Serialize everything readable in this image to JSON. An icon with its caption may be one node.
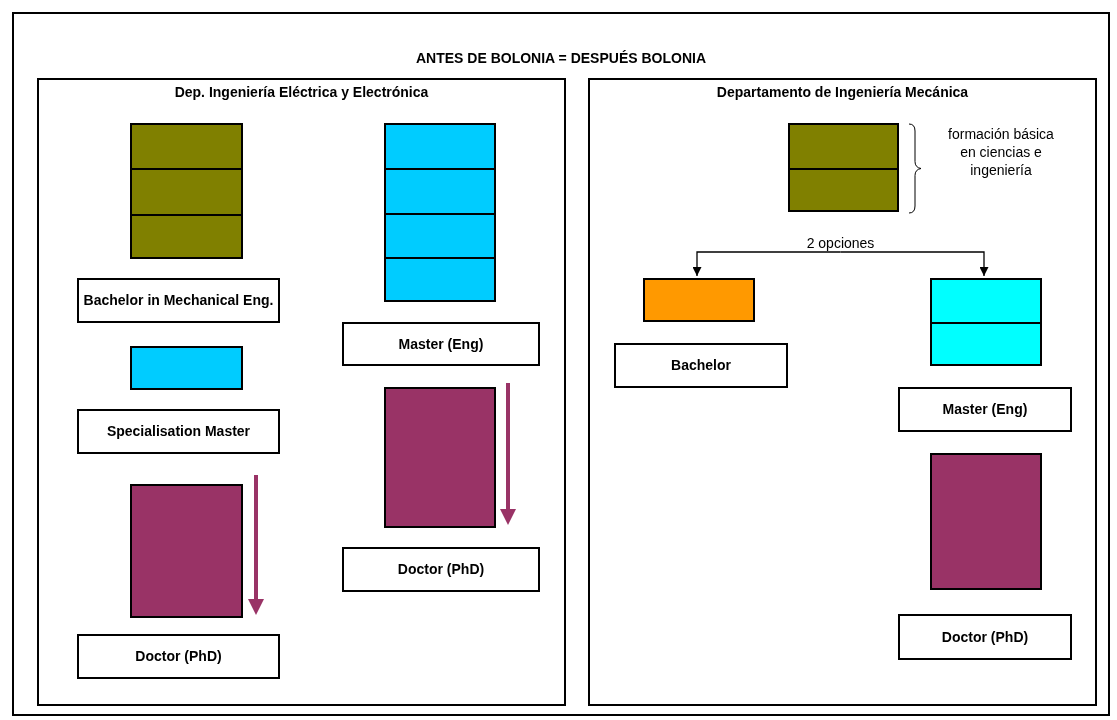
{
  "diagram": {
    "title": "ANTES DE BOLONIA = DESPUÉS BOLONIA",
    "nodes": [
      {
        "text": [
          "Dep. Ingeniería Eléctrica y Electrónica"
        ]
      },
      {
        "text": [],
        "shape": "box",
        "in": 0
      },
      {
        "text": [
          "Bachelor in Mechanical Eng."
        ],
        "in": 0
      },
      {
        "text": [],
        "shape": "box",
        "in": 0
      },
      {
        "text": [
          "Specialisation Master"
        ],
        "in": 0
      },
      {
        "text": [],
        "shape": "box",
        "in": 0
      },
      {
        "text": [
          "Doctor (PhD)"
        ],
        "in": 0
      },
      {
        "text": [],
        "shape": "box",
        "in": 0
      },
      {
        "text": [
          "Master (Eng)"
        ],
        "in": 0
      },
      {
        "text": [],
        "shape": "box",
        "in": 0
      },
      {
        "text": [
          "Doctor (PhD)"
        ],
        "in": 0
      },
      {
        "text": [
          "Departamento de Ingeniería Mecánica"
        ]
      },
      {
        "text": [],
        "shape": "box",
        "in": 11,
        "beside": [
          "formación básica en ciencias e ingeniería"
        ]
      },
      {
        "text": [],
        "shape": "box",
        "in": 11
      },
      {
        "text": [
          "Bachelor"
        ],
        "in": 11
      },
      {
        "text": [],
        "shape": "box",
        "in": 11
      },
      {
        "text": [
          "Master (Eng)"
        ],
        "in": 11
      },
      {
        "text": [],
        "shape": "box",
        "in": 11
      },
      {
        "text": [
          "Doctor (PhD)"
        ],
        "in": 11
      }
    ],
    "edges": [
      {
        "from": null,
        "to": 13,
        "arrow": "to",
        "label": "2 opciones"
      },
      {
        "from": null,
        "to": 15,
        "arrow": "to"
      }
    ]
  }
}
